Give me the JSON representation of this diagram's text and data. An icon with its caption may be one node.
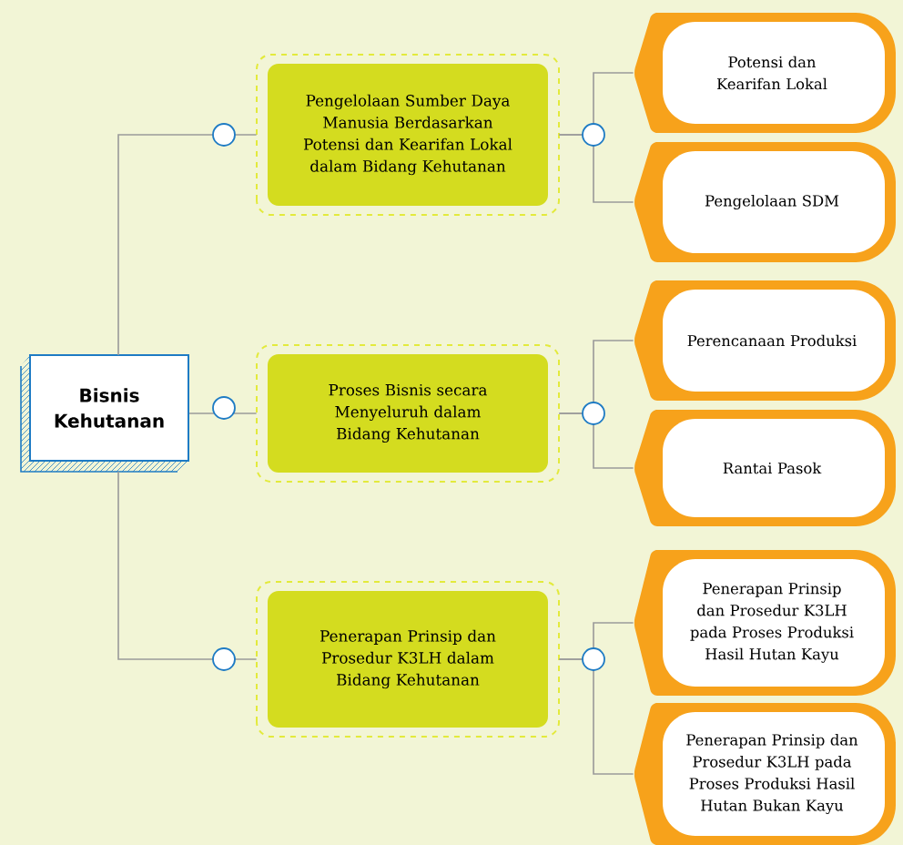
{
  "diagram": {
    "nodes": [
      {
        "text": [
          "Bisnis Kehutanan"
        ]
      },
      {
        "text": [
          "Pengelolaan Sumber Daya Manusia Berdasarkan Potensi dan Kearifan Lokal dalam Bidang Kehutanan"
        ]
      },
      {
        "text": [
          "Proses Bisnis secara Menyeluruh dalam Bidang Kehutanan"
        ]
      },
      {
        "text": [
          "Penerapan Prinsip dan Prosedur K3LH dalam Bidang Kehutanan"
        ]
      },
      {
        "text": [
          "Potensi dan Kearifan Lokal"
        ]
      },
      {
        "text": [
          "Pengelolaan SDM"
        ]
      },
      {
        "text": [
          "Perencanaan Produksi"
        ]
      },
      {
        "text": [
          "Rantai Pasok"
        ]
      },
      {
        "text": [
          "Penerapan Prinsip dan Prosedur K3LH pada Proses Produksi Hasil Hutan Kayu"
        ]
      },
      {
        "text": [
          "Penerapan Prinsip dan Prosedur K3LH pada Proses Produksi Hasil Hutan Bukan Kayu"
        ]
      }
    ],
    "edges": [
      {
        "from": 0,
        "to": 1,
        "arrow": "none"
      },
      {
        "from": 0,
        "to": 2,
        "arrow": "none"
      },
      {
        "from": 0,
        "to": 3,
        "arrow": "none"
      },
      {
        "from": 1,
        "to": 4,
        "arrow": "none"
      },
      {
        "from": 1,
        "to": 5,
        "arrow": "none"
      },
      {
        "from": 2,
        "to": 6,
        "arrow": "none"
      },
      {
        "from": 2,
        "to": 7,
        "arrow": "none"
      },
      {
        "from": 3,
        "to": 8,
        "arrow": "none"
      },
      {
        "from": 3,
        "to": 9,
        "arrow": "none"
      }
    ]
  }
}
